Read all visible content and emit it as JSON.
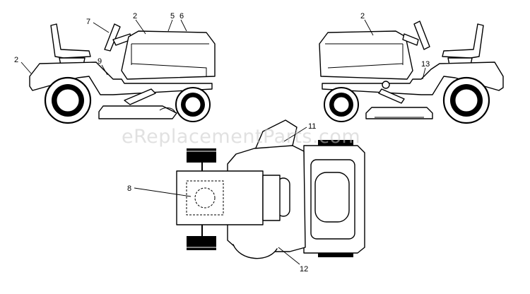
{
  "watermark": "eReplacementParts.com",
  "callouts": {
    "left_2a": "2",
    "left_2b": "2",
    "left_5": "5",
    "left_6": "6",
    "left_7": "7",
    "left_9": "9",
    "right_2": "2",
    "right_13": "13",
    "top_8": "8",
    "top_11": "11",
    "top_12": "12"
  }
}
